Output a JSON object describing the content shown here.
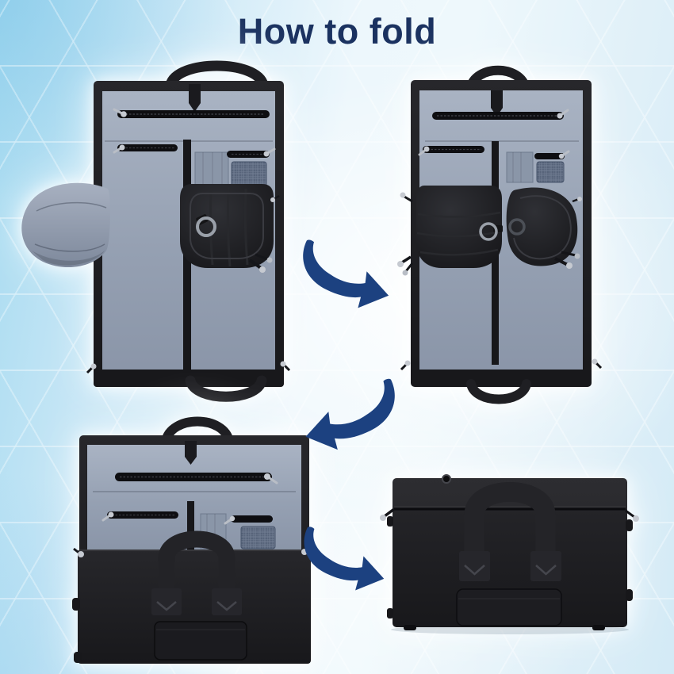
{
  "title": "How to fold",
  "colors": {
    "title": "#1b3260",
    "arrow": "#1c4180",
    "bg-left": "#a5daf0",
    "bg-center": "#edf7fc",
    "bg-right": "#d3eaf6",
    "bag-black": "#202024",
    "lining-gray": "#97a2b4",
    "mesh-gray": "#57647a",
    "zipper-black": "#0e0e11",
    "metal-silver": "#c6cad1"
  },
  "steps": [
    {
      "order": 1,
      "name": "garment-bag-open-flap-out"
    },
    {
      "order": 2,
      "name": "garment-bag-flap-folded-in"
    },
    {
      "order": 3,
      "name": "garment-bag-bottom-folded-up"
    },
    {
      "order": 4,
      "name": "garment-bag-fully-folded"
    }
  ],
  "icons": [
    {
      "name": "fold-arrow-1-icon",
      "meaning": "curved arrow pointing down-right"
    },
    {
      "name": "fold-arrow-2-icon",
      "meaning": "curved arrow pointing down-left"
    },
    {
      "name": "fold-arrow-3-icon",
      "meaning": "curved arrow pointing down-right"
    }
  ]
}
